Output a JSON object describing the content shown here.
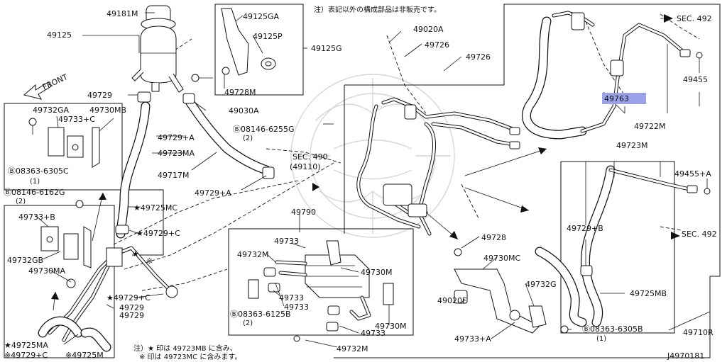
{
  "note_top": "注）表記以外の構成部品は非販売です。",
  "note_bottom": [
    "注）★ 印は 49723MB に含み、",
    "※ 印は 49723MC に含みます。"
  ],
  "front_label": "FRONT",
  "drawing_number": "J4970181",
  "highlight_color": "#9aa3ea",
  "highlighted_part": "49763",
  "sec": {
    "sec492_a": "SEC. 492",
    "sec492_b": "SEC. 492",
    "sec490": "SEC. 490",
    "sec490_sub": "(49110)"
  },
  "labels": {
    "p49181M": "49181M",
    "p49125": "49125",
    "p49125GA": "49125GA",
    "p49125P": "49125P",
    "p49125G": "49125G",
    "p49728M": "49728M",
    "p49030A": "49030A",
    "p49729_a": "49729",
    "p49732GA": "49732GA",
    "p49730MB": "49730MB",
    "p49733C_a": "49733+C",
    "p08363_6305C": "Ⓑ08363-6305C",
    "p08363_6305C_q": "(1)",
    "p08146_6162G": "Ⓑ08146-6162G",
    "p08146_6162G_q": "(2)",
    "p49733B": "49733+B",
    "p49732GB": "49732GB",
    "p49730MA": "49730MA",
    "p49729A_a": "49729+A",
    "p49723MA": "49723MA",
    "p49717M": "49717M",
    "p49729A_b": "49729+A",
    "p49725MC": "★49725MC",
    "p49729C_a": "★49729+C",
    "star": "★",
    "kome": "※",
    "p49729C_b": "★49729+C",
    "p49729_b": "49729",
    "p49729_c": "49729",
    "p49725MA": "★49725MA",
    "p49729C_c": "※49729+C",
    "p49725M": "※49725M",
    "p08146_6255G": "Ⓑ08146-6255G",
    "p08146_6255G_q": "(2)",
    "p49020A": "49020A",
    "p49726_a": "49726",
    "p49726_b": "49726",
    "p49790": "49790",
    "p49733_a": "49733",
    "p49732M_a": "49732M",
    "p49730M_a": "49730M",
    "p49733_b": "49733",
    "p49733_c": "49733",
    "p49730M_b": "49730M",
    "p08363_6125B": "Ⓑ08363-6125B",
    "p08363_6125B_q": "(2)",
    "p49733_d": "49733",
    "p49732M_b": "49732M",
    "p49728": "49728",
    "p49730MC": "49730MC",
    "p49732G": "49732G",
    "p49020F": "49020F",
    "p49733A": "49733+A",
    "p08363_6305B": "Ⓑ08363-6305B",
    "p08363_6305B_q": "(1)",
    "p49710R": "49710R",
    "p49763": "49763",
    "p49722M": "49722M",
    "p49455": "49455",
    "p49723M": "49723M",
    "p49455A": "49455+A",
    "p49729B": "49729+B",
    "p49725MB": "49725MB"
  }
}
